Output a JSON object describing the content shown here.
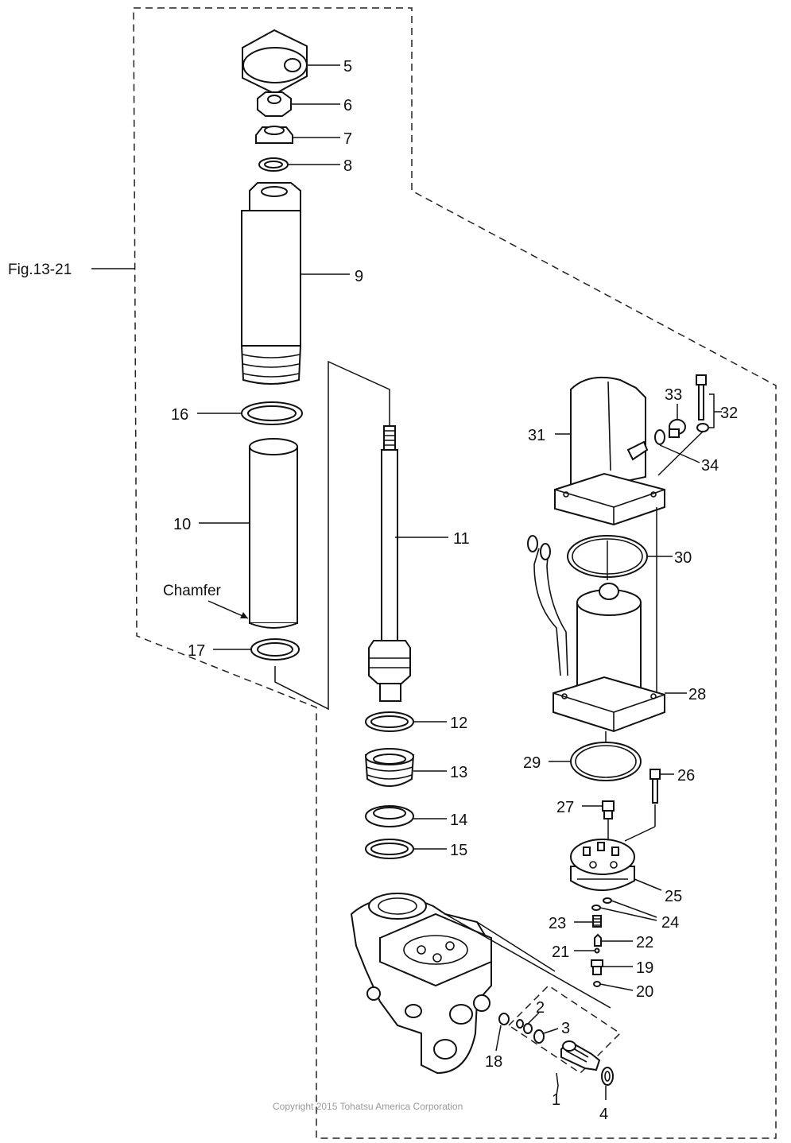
{
  "figure_ref": "Fig.13-21",
  "chamfer_label": "Chamfer",
  "copyright": "Copyright 2015 Tohatsu America Corporation",
  "callouts": {
    "c1": "1",
    "c2": "2",
    "c3": "3",
    "c4": "4",
    "c5": "5",
    "c6": "6",
    "c7": "7",
    "c8": "8",
    "c9": "9",
    "c10": "10",
    "c11": "11",
    "c12": "12",
    "c13": "13",
    "c14": "14",
    "c15": "15",
    "c16": "16",
    "c17": "17",
    "c18": "18",
    "c19": "19",
    "c20": "20",
    "c21": "21",
    "c22": "22",
    "c23": "23",
    "c24": "24",
    "c25": "25",
    "c26": "26",
    "c27": "27",
    "c28": "28",
    "c29": "29",
    "c30": "30",
    "c31": "31",
    "c32": "32",
    "c33": "33",
    "c34": "34"
  }
}
